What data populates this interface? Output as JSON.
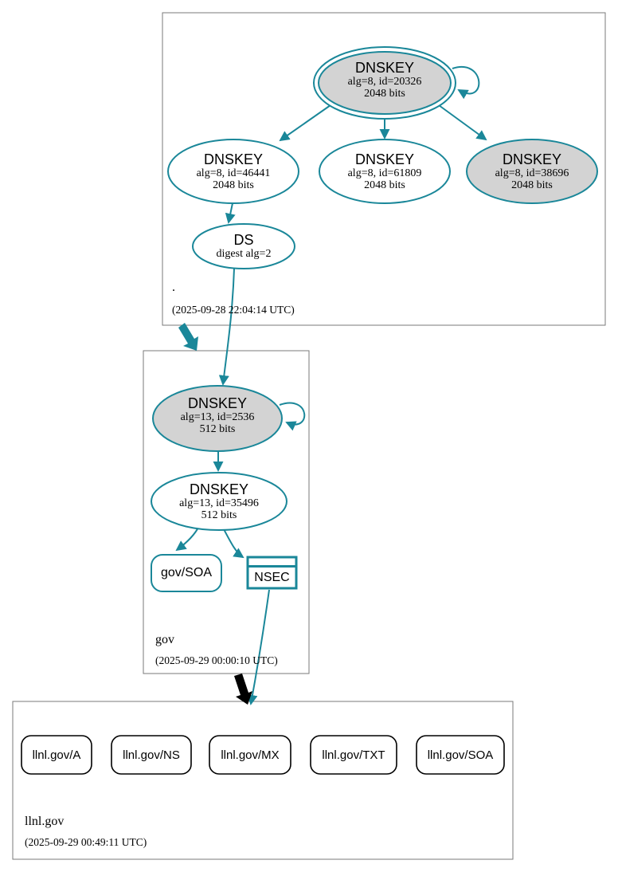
{
  "colors": {
    "teal": "#1a8799",
    "node_fill_grey": "#d3d3d3",
    "box_border": "#7a7a7a",
    "black": "#000000"
  },
  "zones": {
    "root": {
      "label": ".",
      "timestamp": "(2025-09-28 22:04:14 UTC)",
      "nodes": {
        "ksk": {
          "title": "DNSKEY",
          "detail1": "alg=8, id=20326",
          "detail2": "2048 bits"
        },
        "zsk_46441": {
          "title": "DNSKEY",
          "detail1": "alg=8, id=46441",
          "detail2": "2048 bits"
        },
        "zsk_61809": {
          "title": "DNSKEY",
          "detail1": "alg=8, id=61809",
          "detail2": "2048 bits"
        },
        "ksk_38696": {
          "title": "DNSKEY",
          "detail1": "alg=8, id=38696",
          "detail2": "2048 bits"
        },
        "ds": {
          "title": "DS",
          "detail1": "digest alg=2"
        }
      }
    },
    "gov": {
      "label": "gov",
      "timestamp": "(2025-09-29 00:00:10 UTC)",
      "nodes": {
        "ksk": {
          "title": "DNSKEY",
          "detail1": "alg=13, id=2536",
          "detail2": "512 bits"
        },
        "zsk": {
          "title": "DNSKEY",
          "detail1": "alg=13, id=35496",
          "detail2": "512 bits"
        },
        "soa": {
          "label": "gov/SOA"
        },
        "nsec": {
          "label": "NSEC"
        }
      }
    },
    "llnl": {
      "label": "llnl.gov",
      "timestamp": "(2025-09-29 00:49:11 UTC)",
      "rrsets": [
        {
          "label": "llnl.gov/A"
        },
        {
          "label": "llnl.gov/NS"
        },
        {
          "label": "llnl.gov/MX"
        },
        {
          "label": "llnl.gov/TXT"
        },
        {
          "label": "llnl.gov/SOA"
        }
      ]
    }
  }
}
